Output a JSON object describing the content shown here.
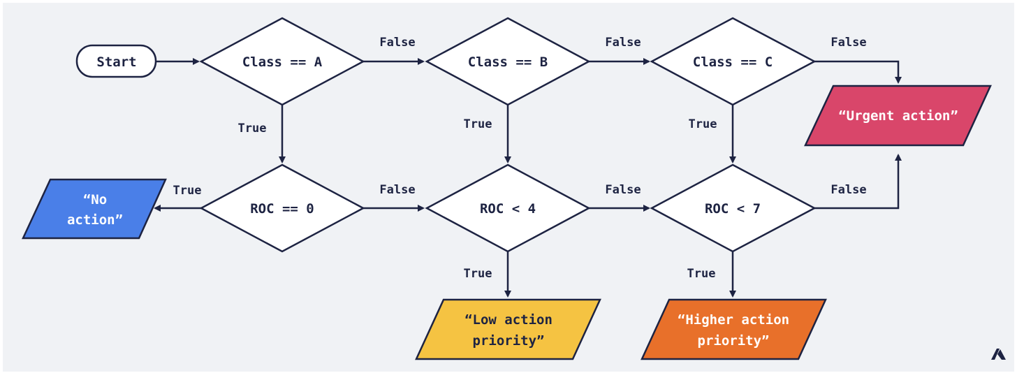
{
  "colors": {
    "stroke": "#1d2342",
    "background": "#f0f2f5",
    "node_fill": "#ffffff",
    "no_action": "#4a7fe8",
    "low_priority": "#f5c342",
    "higher_priority": "#e8702a",
    "urgent": "#d9466a",
    "logo": "#1d2342"
  },
  "nodes": {
    "start": "Start",
    "class_a": "Class == A",
    "class_b": "Class == B",
    "class_c": "Class == C",
    "roc_0": "ROC == 0",
    "roc_4": "ROC < 4",
    "roc_7": "ROC < 7",
    "no_action_line1": "“No",
    "no_action_line2": "action”",
    "urgent_action": "“Urgent action”",
    "low_action_line1": "“Low action",
    "low_action_line2": "priority”",
    "higher_action_line1": "“Higher action",
    "higher_action_line2": "priority”"
  },
  "edges": {
    "a_false": "False",
    "b_false": "False",
    "c_false": "False",
    "a_true": "True",
    "b_true": "True",
    "c_true": "True",
    "roc0_true": "True",
    "roc0_false": "False",
    "roc4_false": "False",
    "roc7_false": "False",
    "roc4_true": "True",
    "roc7_true": "True"
  },
  "logo_icon": "brand-logo-icon"
}
